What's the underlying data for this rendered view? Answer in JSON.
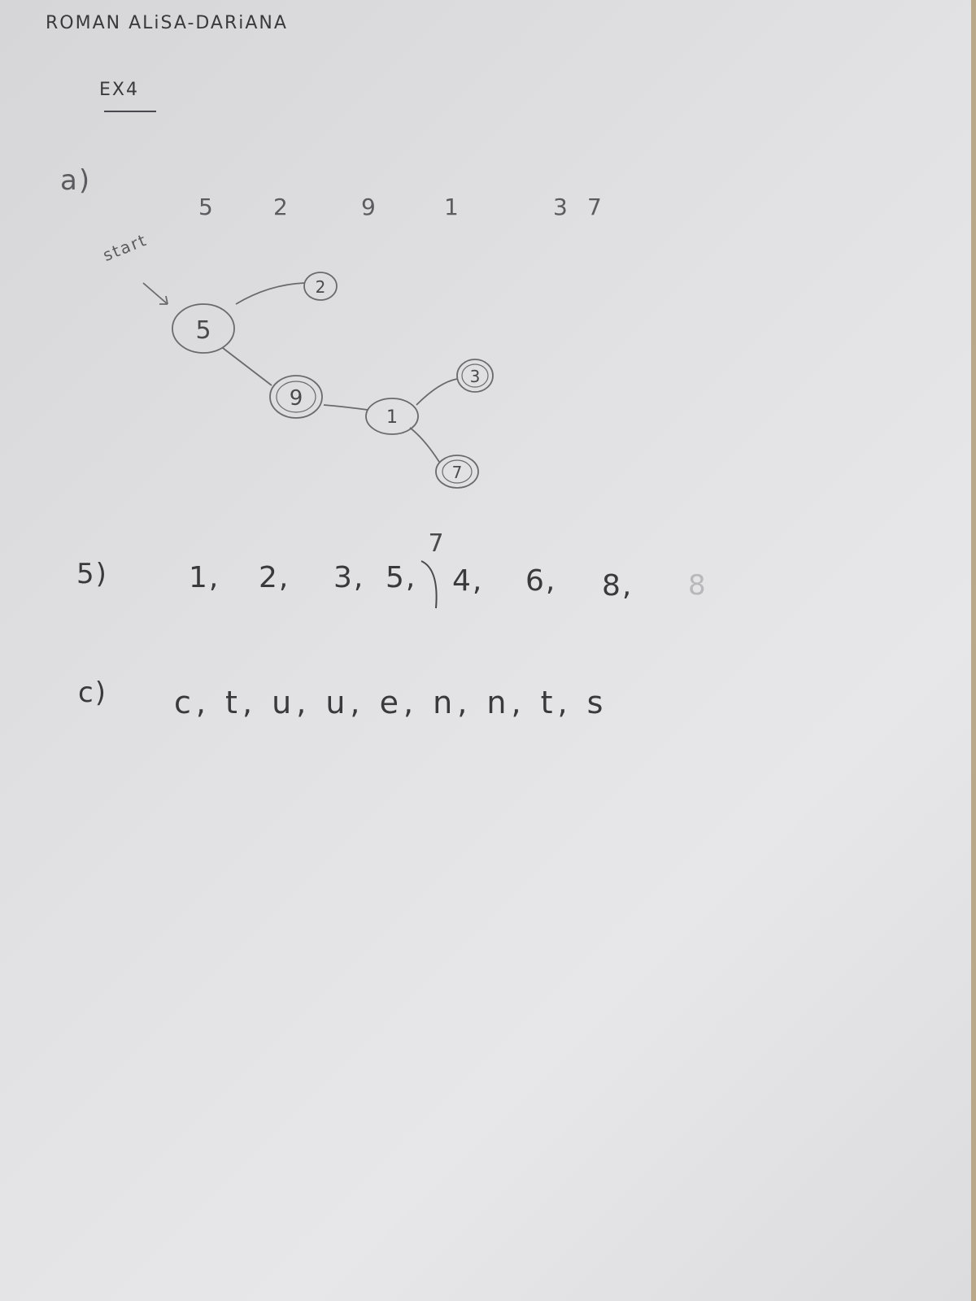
{
  "header": {
    "name": "ROMAN ALiSA-DARiANA",
    "exercise": "EX4"
  },
  "part_a": {
    "label": "a)",
    "sequence": [
      "5",
      "2",
      "9",
      "1",
      "3",
      "7"
    ],
    "start_label": "start",
    "nodes": [
      "5",
      "2",
      "9",
      "1",
      "3",
      "7"
    ]
  },
  "part_b": {
    "label": "5)",
    "values": [
      "1,",
      "2,",
      "3,",
      "5,",
      "4,",
      "6,",
      "8,",
      "8"
    ],
    "correction": "7"
  },
  "part_c": {
    "label": "c)",
    "values": "c, t, u, u, e, n, n, t, s"
  },
  "colors": {
    "ink": "#3a3a3c",
    "pencil": "#5c5c60",
    "paper": "#e2e2e4"
  }
}
